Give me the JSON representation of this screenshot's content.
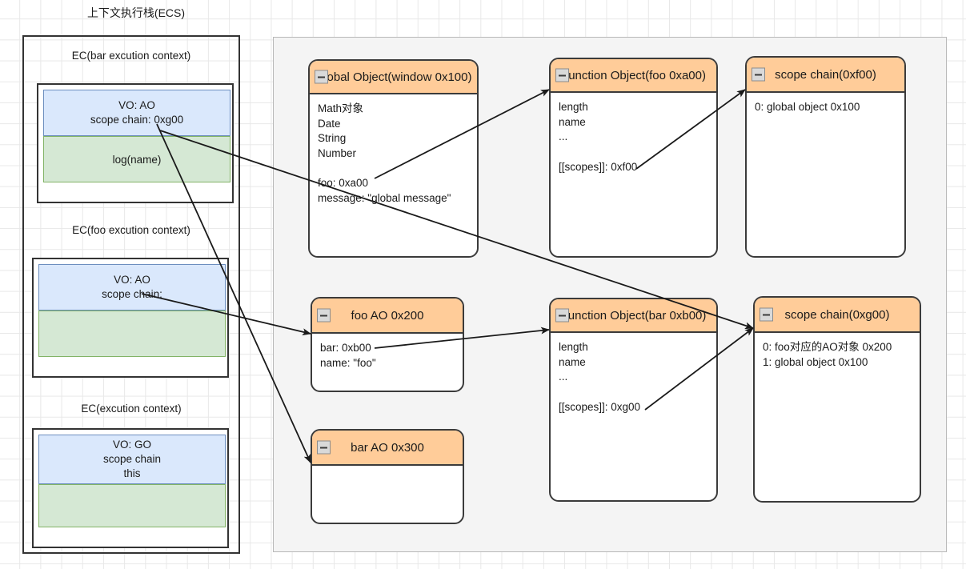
{
  "diagram": {
    "title": "上下文执行栈(ECS)",
    "canvas": {
      "grid": "on",
      "panel_background": "#f4f4f4",
      "node_header_color": "#ffcc99",
      "vo_cell_color": "#dae8fc",
      "code_cell_color": "#d5e8d4",
      "stroke_color": "#3b3b3b"
    }
  },
  "ecs": {
    "title": "上下文执行栈(ECS)",
    "contexts": [
      {
        "label": "EC(bar excution context)",
        "vo": "VO: AO\nscope chain: 0xg00",
        "vo_line1": "VO: AO",
        "vo_line2": "scope chain: 0xg00",
        "code": "log(name)"
      },
      {
        "label": "EC(foo excution context)",
        "vo": "VO: AO\nscope chain:",
        "vo_line1": "VO: AO",
        "vo_line2": "scope chain:",
        "code": ""
      },
      {
        "label": "EC(excution context)",
        "vo": "VO: GO\nscope chain\nthis",
        "vo_line1": "VO: GO",
        "vo_line2": "scope chain",
        "vo_line3": "this",
        "code": ""
      }
    ]
  },
  "nodes": {
    "global_object": {
      "title": "Global Object(window 0x100)",
      "icon": "collapse-minus-icon",
      "body": "Math对象\nDate\nString\nNumber\n\nfoo: 0xa00\nmessage: \"global message\""
    },
    "function_object_foo": {
      "title": "Function Object(foo 0xa00)",
      "icon": "collapse-minus-icon",
      "body": "length\nname\n...\n\n[[scopes]]: 0xf00"
    },
    "scope_chain_f00": {
      "title": "scope chain(0xf00)",
      "icon": "collapse-minus-icon",
      "body": "0: global object 0x100"
    },
    "foo_ao": {
      "title": "foo AO 0x200",
      "icon": "collapse-minus-icon",
      "body": "bar: 0xb00\nname: \"foo\""
    },
    "function_object_bar": {
      "title": "Function Object(bar 0xb00)",
      "icon": "collapse-minus-icon",
      "body": "length\nname\n...\n\n[[scopes]]: 0xg00"
    },
    "scope_chain_g00": {
      "title": "scope chain(0xg00)",
      "icon": "collapse-minus-icon",
      "body": "0: foo对应的AO对象 0x200\n1: global object 0x100"
    },
    "bar_ao": {
      "title": "bar AO 0x300",
      "icon": "collapse-minus-icon",
      "body": ""
    }
  }
}
